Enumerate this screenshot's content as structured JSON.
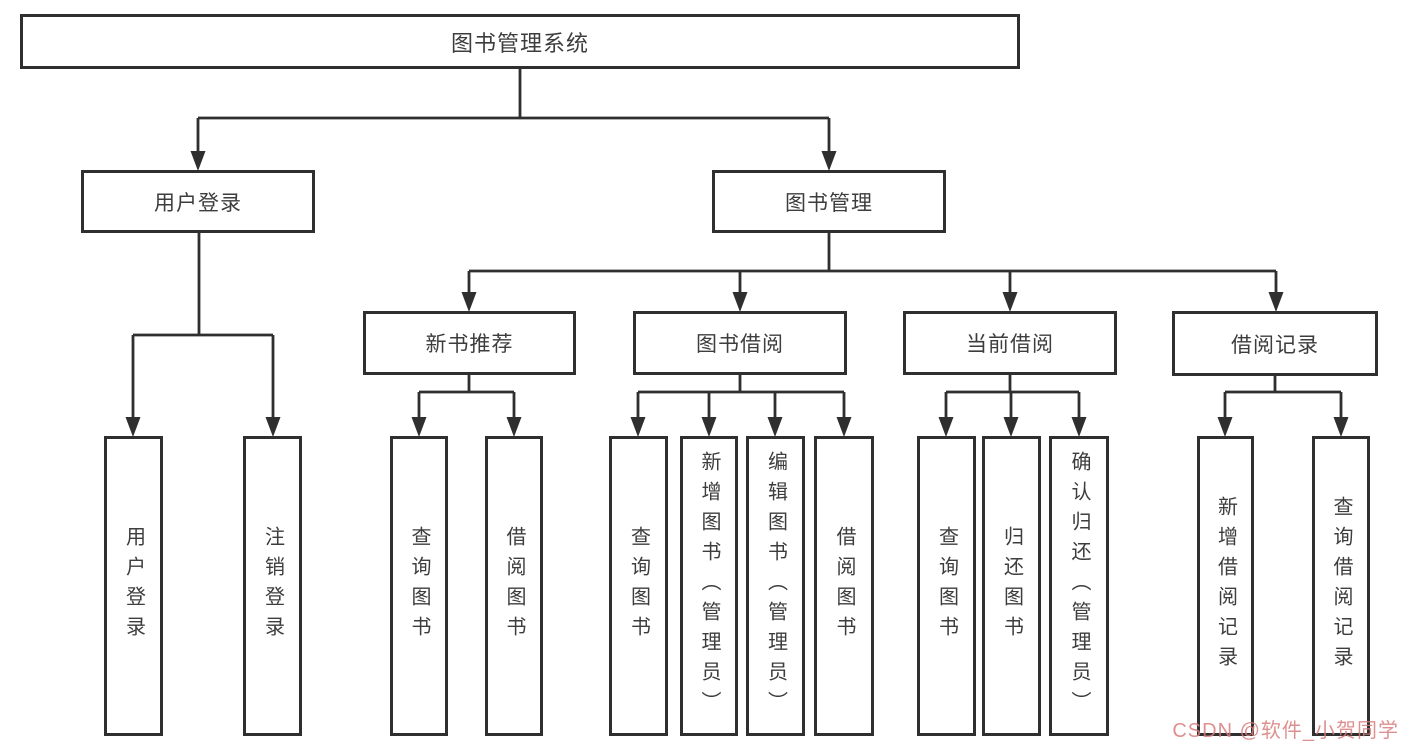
{
  "diagram_title": "图书管理系统",
  "tree": {
    "label": "图书管理系统",
    "children": [
      {
        "label": "用户登录",
        "children": [
          {
            "label": "用户登录"
          },
          {
            "label": "注销登录"
          }
        ]
      },
      {
        "label": "图书管理",
        "children": [
          {
            "label": "新书推荐",
            "children": [
              {
                "label": "查询图书"
              },
              {
                "label": "借阅图书"
              }
            ]
          },
          {
            "label": "图书借阅",
            "children": [
              {
                "label": "查询图书"
              },
              {
                "label": "新增图书（管理员）"
              },
              {
                "label": "编辑图书（管理员）"
              },
              {
                "label": "借阅图书"
              }
            ]
          },
          {
            "label": "当前借阅",
            "children": [
              {
                "label": "查询图书"
              },
              {
                "label": "归还图书"
              },
              {
                "label": "确认归还（管理员）"
              }
            ]
          },
          {
            "label": "借阅记录",
            "children": [
              {
                "label": "新增借阅记录"
              },
              {
                "label": "查询借阅记录"
              }
            ]
          }
        ]
      }
    ]
  },
  "watermark": "CSDN @软件_小贺同学",
  "colors": {
    "line": "#2f2f2f",
    "box_border": "#2f2f2f",
    "text": "#3d3d3d",
    "watermark": "#d87d7d",
    "background": "#ffffff"
  }
}
